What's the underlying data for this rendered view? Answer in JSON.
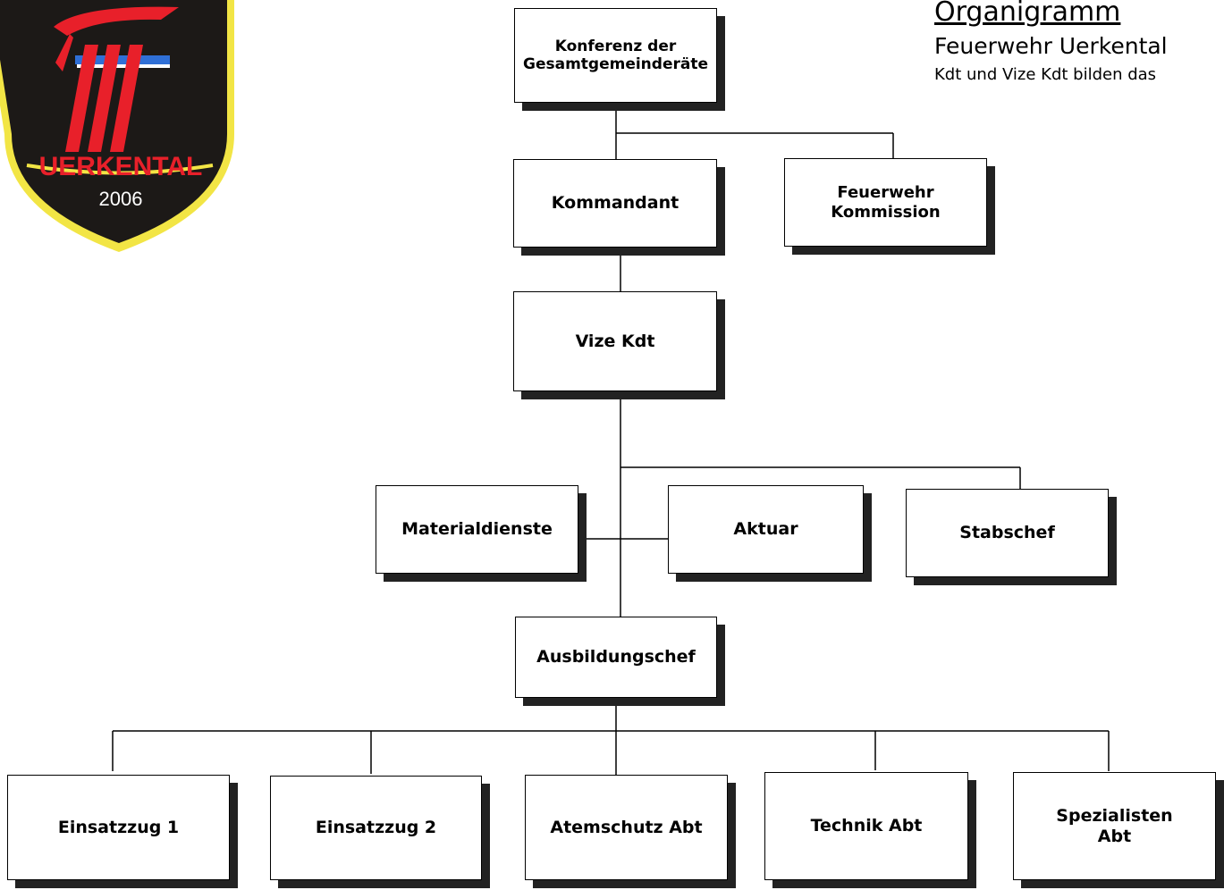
{
  "header": {
    "title": "Organigramm",
    "subtitle": "Feuerwehr Uerkental",
    "note": "Kdt und Vize Kdt bilden das"
  },
  "logo": {
    "name": "UERKENTAL",
    "year": "2006",
    "colors": {
      "shield": "#1c1917",
      "border": "#f2e545",
      "red": "#e8202a",
      "blue": "#2f6fd6"
    }
  },
  "nodes": {
    "konferenz": "Konferenz der\nGesamtgemeinderäte",
    "kommandant": "Kommandant",
    "kommission": "Feuerwehr\nKommission",
    "vize": "Vize Kdt",
    "materialdienste": "Materialdienste",
    "aktuar": "Aktuar",
    "stabschef": "Stabschef",
    "ausbildungschef": "Ausbildungschef",
    "einsatzzug1": "Einsatzzug 1",
    "einsatzzug2": "Einsatzzug 2",
    "atemschutz": "Atemschutz Abt",
    "technik": "Technik Abt",
    "spezialisten": "Spezialisten\nAbt"
  }
}
